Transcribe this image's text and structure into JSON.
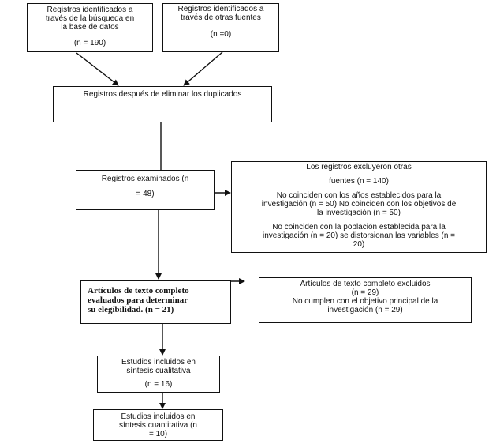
{
  "boxes": {
    "db_search": {
      "line1": "Registros identificados a",
      "line2": "través de la búsqueda en",
      "line3": "la base de datos",
      "count": "(n = 190)"
    },
    "other_sources": {
      "line1": "Registros identificados a",
      "line2": "través de otras fuentes",
      "count": "(n =0)"
    },
    "after_dedup": {
      "text": "Registros después de eliminar los duplicados"
    },
    "screened": {
      "line1": "Registros examinados (n",
      "line2": "= 48)"
    },
    "excluded_records": {
      "line1": "Los registros excluyeron otras",
      "line2": "fuentes (n = 140)",
      "line3": "No coinciden con los años establecidos para la",
      "line4": "investigación (n = 50) No coinciden con los objetivos de",
      "line5": "la investigación (n = 50)",
      "line6": "No coinciden con la población establecida para la",
      "line7": "investigación  (n = 20) se distorsionan las variables  (n =",
      "line8": "20)"
    },
    "fulltext_assessed": {
      "line1": "Artículos de texto completo",
      "line2": "evaluados para determinar",
      "line3": "su elegibilidad. (n = 21)"
    },
    "fulltext_excluded": {
      "line1": "Artículos de texto completo excluidos",
      "line2": "(n = 29)",
      "line3": "No cumplen con el objetivo principal de la",
      "line4": "investigación (n = 29)"
    },
    "qualitative": {
      "line1": "Estudios incluidos en",
      "line2": "síntesis cualitativa",
      "count": "(n = 16)"
    },
    "quantitative": {
      "line1": "Estudios incluidos en",
      "line2": "síntesis cuantitativa (n",
      "line3": "= 10)"
    }
  }
}
